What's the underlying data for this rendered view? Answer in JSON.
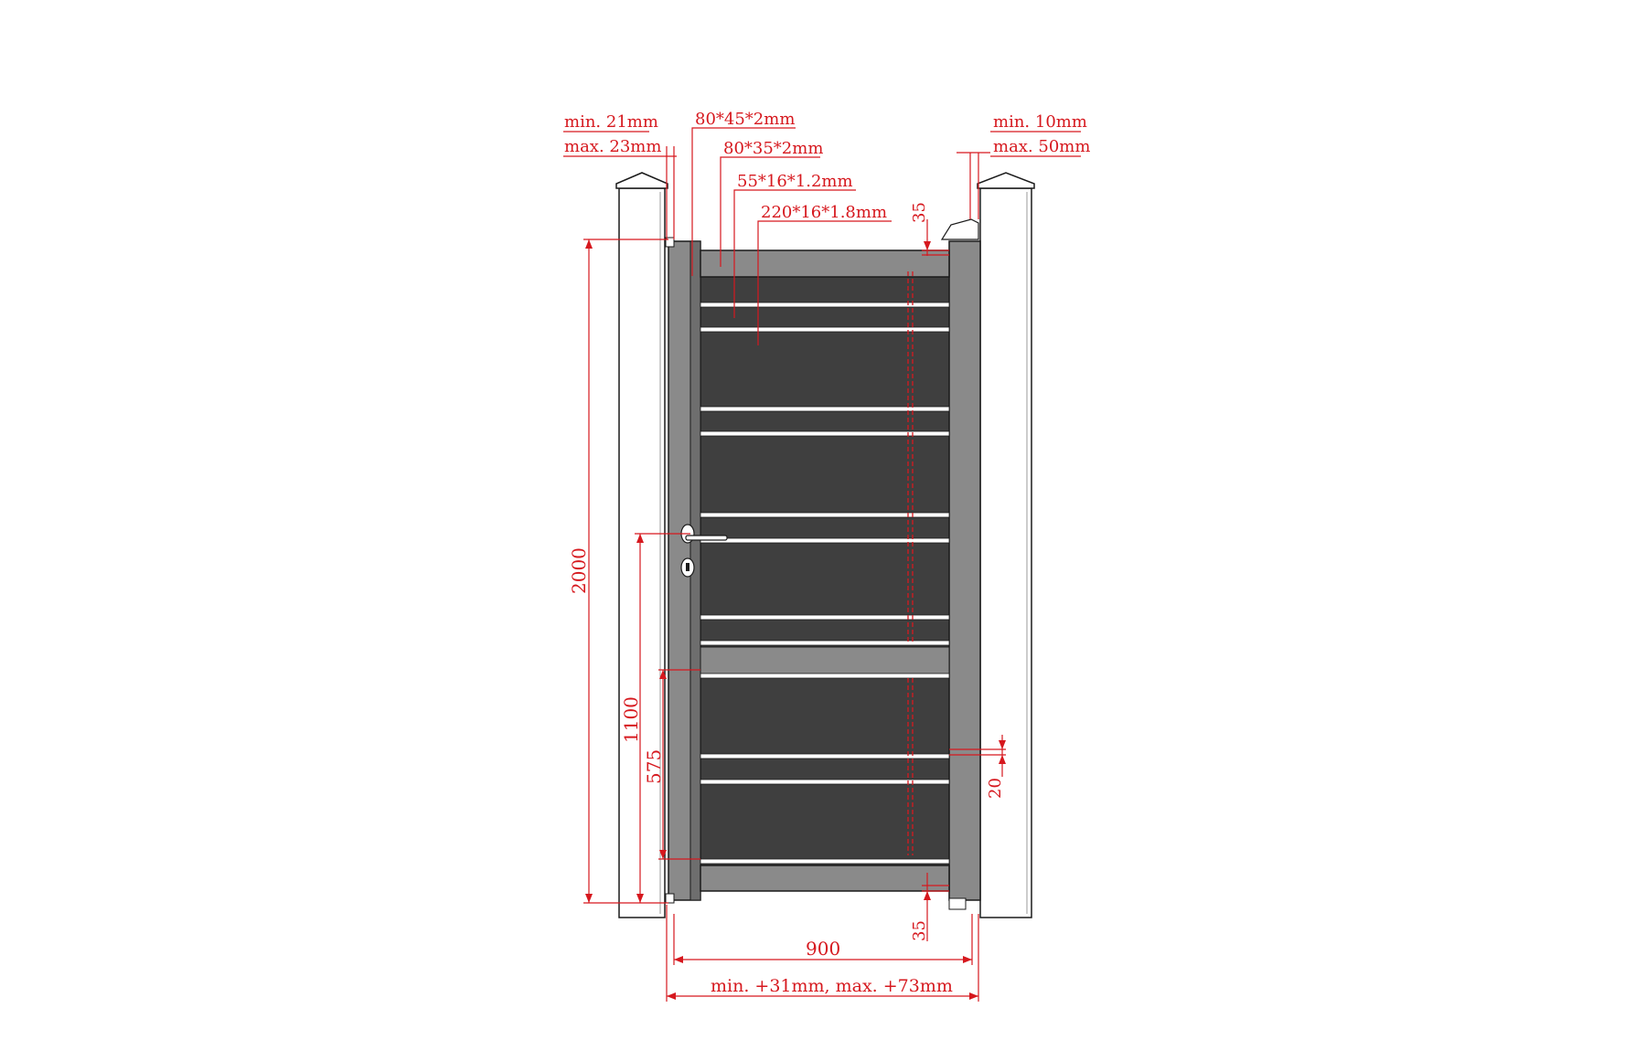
{
  "colors": {
    "dimension": "#d6181e",
    "panel": "#3f3f3f",
    "frame": "#8a8a8a",
    "slat": "#ffffff",
    "post": "#ffffff",
    "outline": "#1a1a1a"
  },
  "labels": {
    "hinge_gap_min": "min. 21mm",
    "hinge_gap_max": "max. 23mm",
    "latch_gap_min": "min. 10mm",
    "latch_gap_max": "max. 50mm",
    "profile_outer_frame": "80*45*2mm",
    "profile_top_rail": "80*35*2mm",
    "profile_slat": "55*16*1.2mm",
    "profile_infill_plank": "220*16*1.8mm",
    "dim_top_35": "35",
    "dim_bottom_35": "35",
    "dim_height": "2000",
    "dim_handle_height": "1100",
    "dim_lower_section": "575",
    "dim_side_20": "20",
    "dim_width": "900",
    "dim_total_gap": "min. +31mm, max. +73mm"
  }
}
